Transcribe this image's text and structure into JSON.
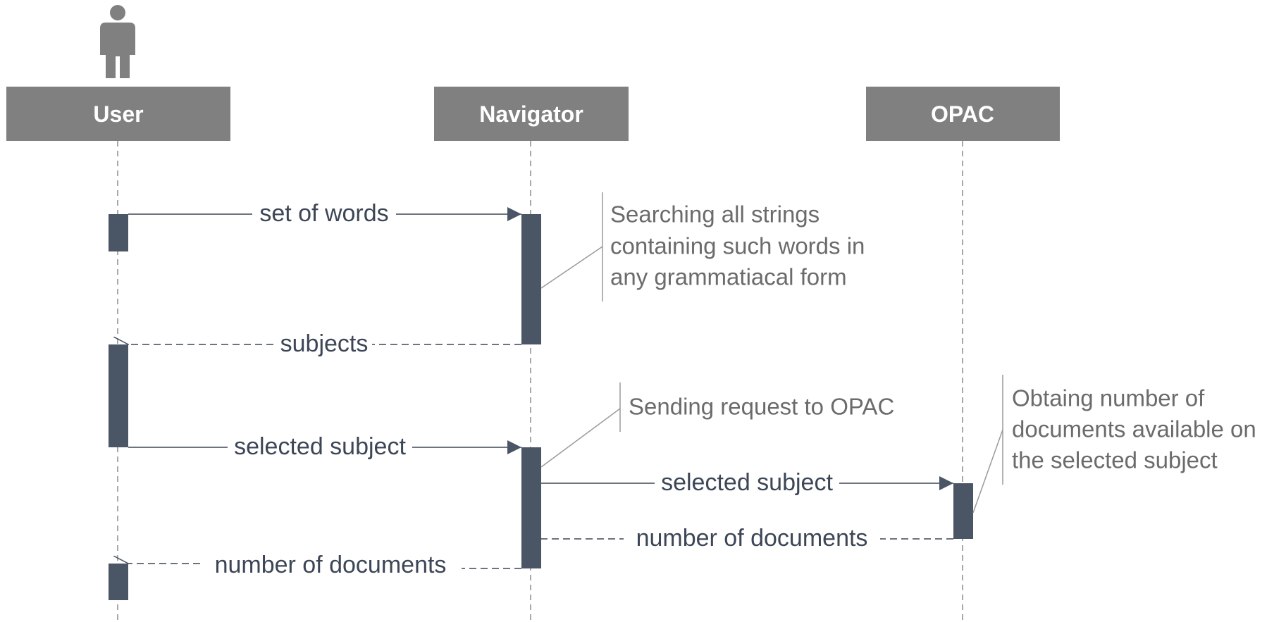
{
  "participants": [
    {
      "id": "user",
      "label": "User"
    },
    {
      "id": "navigator",
      "label": "Navigator"
    },
    {
      "id": "opac",
      "label": "OPAC"
    }
  ],
  "messages": [
    {
      "label": "set of words",
      "type": "sync"
    },
    {
      "label": "subjects",
      "type": "return"
    },
    {
      "label": "selected subject",
      "type": "sync"
    },
    {
      "label": "selected subject",
      "type": "sync"
    },
    {
      "label": "number of documents",
      "type": "return"
    },
    {
      "label": "number of documents",
      "type": "return"
    }
  ],
  "notes": [
    {
      "lines": [
        "Searching all strings",
        "containing such words in",
        "any grammatiacal form"
      ]
    },
    {
      "lines": [
        "Sending request to OPAC"
      ]
    },
    {
      "lines": [
        "Obtaing number of",
        "documents available on",
        "the selected subject"
      ]
    }
  ],
  "colors": {
    "header_fill": "#808080",
    "activation_fill": "#4a5565",
    "message_line": "#3c4656",
    "note_line": "#9a9a9a",
    "lifeline": "#8c8c8c"
  },
  "icons": {
    "actor": "person-icon"
  }
}
